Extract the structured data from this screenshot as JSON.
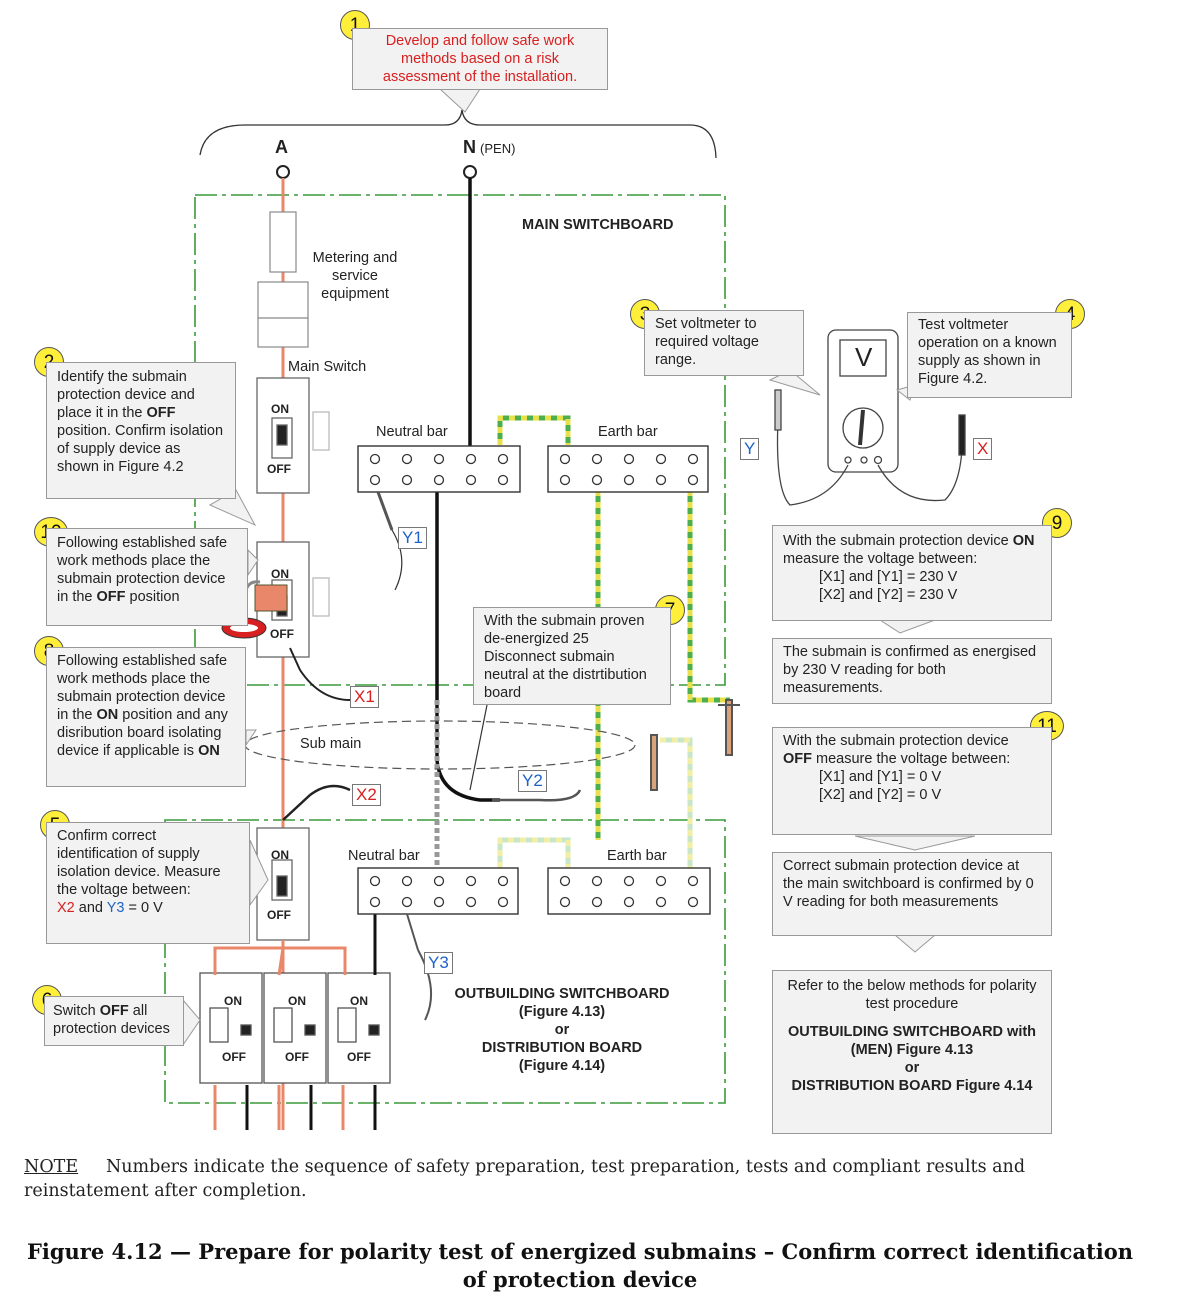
{
  "steps": {
    "s1": {
      "num": "1",
      "text": "Develop and follow safe work methods based on a risk assessment of the installation."
    },
    "s2": {
      "num": "2",
      "pre": "Identify the submain protection device and place it in the ",
      "bold": "OFF",
      "post": " position. Confirm isolation of supply device as shown in Figure 4.2"
    },
    "s3": {
      "num": "3",
      "text": "Set voltmeter to required voltage range."
    },
    "s4": {
      "num": "4",
      "text": "Test voltmeter operation on a known supply as shown in Figure 4.2."
    },
    "s5": {
      "num": "5",
      "line1": "Confirm correct identification of supply isolation device. Measure the voltage between:",
      "x": "X2",
      "mid": " and ",
      "y": "Y3",
      "post": " = 0 V"
    },
    "s6": {
      "num": "6",
      "pre": "Switch ",
      "bold": "OFF",
      "post": " all protection devices"
    },
    "s7": {
      "num": "7",
      "text": "With the submain proven de-energized 25 Disconnect submain neutral at the distrtibution board"
    },
    "s8": {
      "num": "8",
      "pre": "Following established safe work methods place the submain protection device in the ",
      "bold1": "ON",
      "mid": " position and any disribution board isolating device if applicable is ",
      "bold2": "ON"
    },
    "s9": {
      "num": "9",
      "pre": "With the submain protection device ",
      "bold": "ON",
      "post": " measure the voltage between:",
      "r1": "[X1] and [Y1] = 230 V",
      "r2": "[X2] and [Y2] = 230 V"
    },
    "s10": {
      "num": "10",
      "pre": "Following established safe work methods place the submain protection device in the ",
      "bold": "OFF",
      "post": " position"
    },
    "s11": {
      "num": "11",
      "pre": "With the submain protection device ",
      "bold": "OFF",
      "post": " measure the voltage between:",
      "r1": "[X1] and [Y1] = 0 V",
      "r2": "[X2] and [Y2] = 0 V"
    }
  },
  "results": {
    "energised": "The submain is confirmed as energised by 230 V reading for both measurements.",
    "correct": "Correct submain protection device at the main switchboard is confirmed by 0 V reading for both measurements",
    "refer_intro": "Refer to the below methods for polarity test procedure",
    "refer_b1": "OUTBUILDING SWITCHBOARD with (MEN) Figure 4.13",
    "refer_or": "or",
    "refer_b2": "DISTRIBUTION BOARD Figure 4.14"
  },
  "labels": {
    "A": "A",
    "N": "N",
    "pen": "(PEN)",
    "main_switchboard": "MAIN SWITCHBOARD",
    "metering": "Metering and\nservice\nequipment",
    "main_switch": "Main Switch",
    "neutral_bar": "Neutral  bar",
    "earth_bar": "Earth  bar",
    "sub_main": "Sub  main",
    "on": "ON",
    "off": "OFF",
    "outbuilding": "OUTBUILDING SWITCHBOARD\n(Figure 4.13)\nor\nDISTRIBUTION  BOARD\n(Figure 4.14)",
    "meter_v": "V"
  },
  "probes": {
    "X1": "X1",
    "X2": "X2",
    "Y1": "Y1",
    "Y2": "Y2",
    "Y3": "Y3",
    "X": "X",
    "Y": "Y"
  },
  "note": {
    "prefix": "NOTE",
    "text": "Numbers indicate the sequence of safety preparation, test preparation, tests and compliant results and reinstatement after completion."
  },
  "caption": "Figure 4.12 — Prepare for polarity test of energized submains – Confirm correct identification of protection device",
  "colors": {
    "active": "#e8876a",
    "neutral": "#111111",
    "earth_green": "#4cae4c",
    "earth_yellow": "#e8e04a",
    "board_border": "#3a9a3a",
    "number_fill": "#ffef3a",
    "red_text": "#d92020",
    "blue_text": "#1e63c8"
  }
}
